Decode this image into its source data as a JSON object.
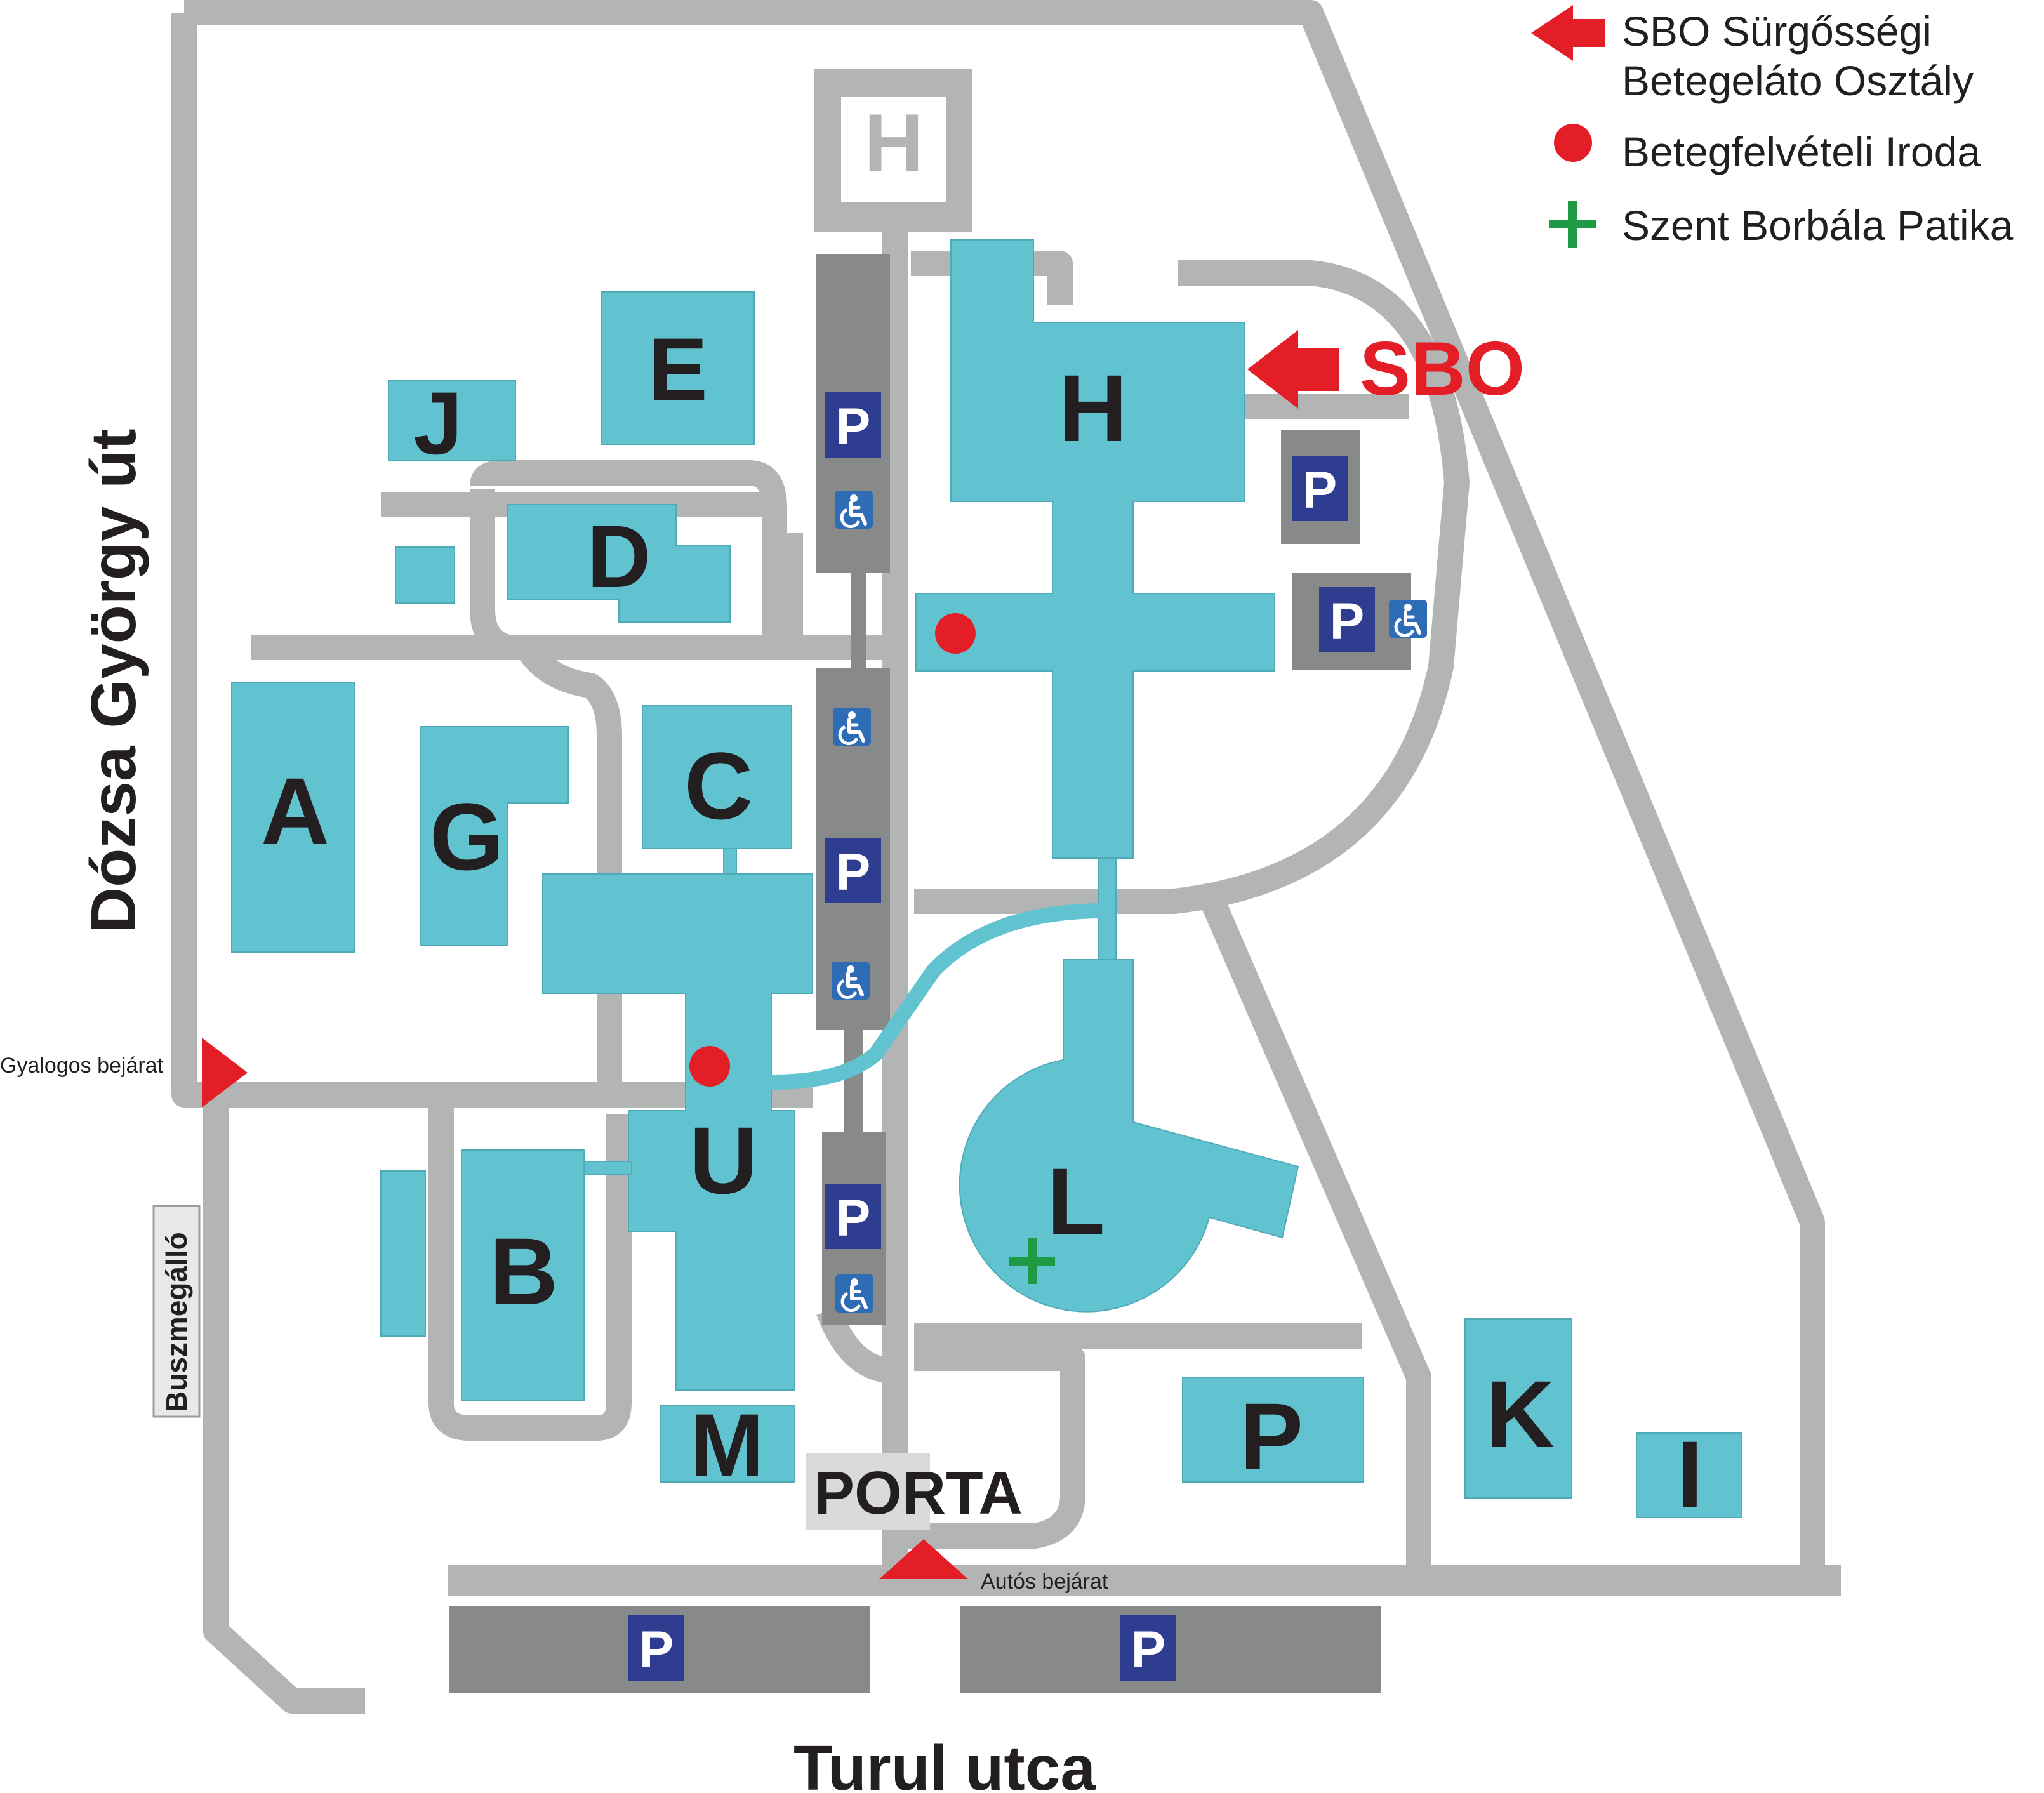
{
  "colors": {
    "road": "#b3b5b5",
    "building": "#62c3d0",
    "parking_bg": "#888a8a",
    "parking_sign": "#2e3d8f",
    "accent_red": "#e31e26",
    "pharmacy_green": "#1e9a44",
    "text": "#231f20"
  },
  "streets": {
    "west": "Dózsa György út",
    "south": "Turul utca"
  },
  "entrances": {
    "pedestrian": "Gyalogos bejárat",
    "car": "Autós bejárat",
    "bus_stop": "Buszmegálló",
    "gate": "PORTA"
  },
  "legend": {
    "sbo_line1": "SBO Sürgősségi",
    "sbo_line2": "Betegeláto Osztály",
    "admission": "Betegfelvételi Iroda",
    "pharmacy": "Szent Borbála Patika"
  },
  "sbo_label": "SBO",
  "helipad": "H",
  "parking_symbol": "P",
  "accessible_icon": "wheelchair-icon",
  "buildings": {
    "A": "A",
    "B": "B",
    "C": "C",
    "D": "D",
    "E": "E",
    "G": "G",
    "H": "H",
    "I": "I",
    "J": "J",
    "K": "K",
    "L": "L",
    "M": "M",
    "P": "P",
    "U": "U"
  }
}
